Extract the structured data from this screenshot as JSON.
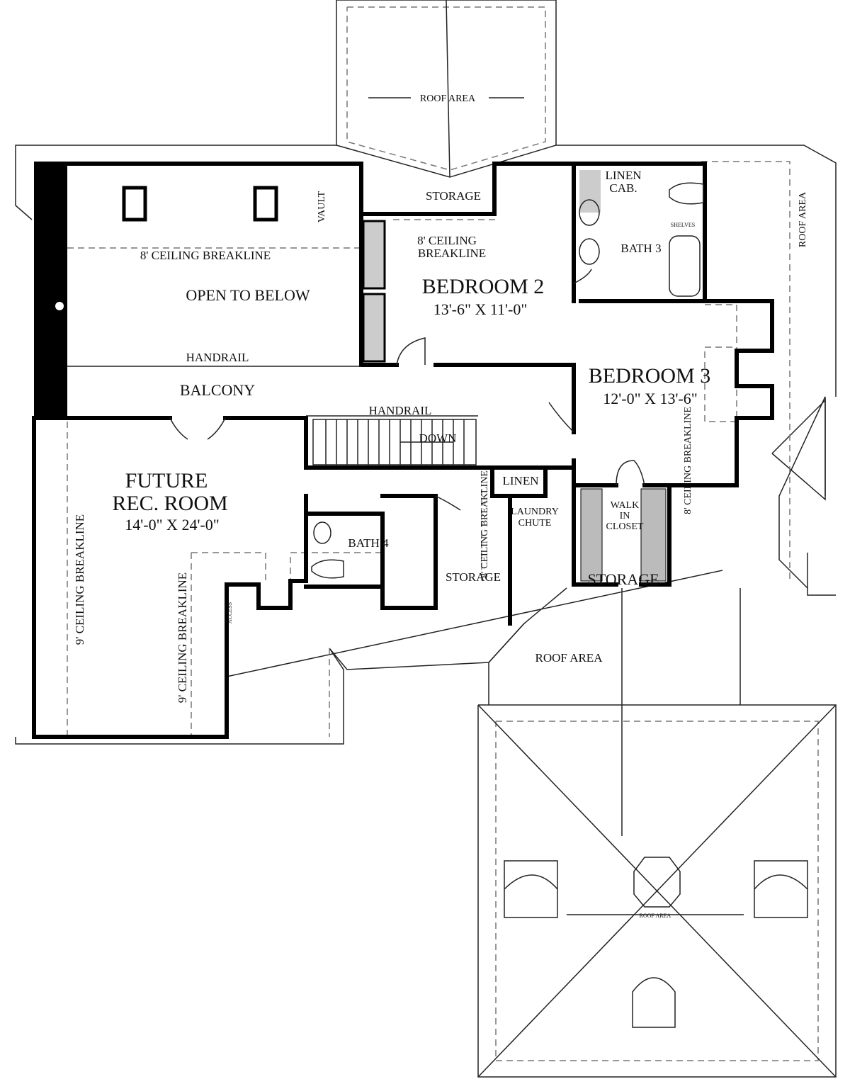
{
  "colors": {
    "wall": "#000000",
    "line": "#222222",
    "dashed": "#777777",
    "closet": "#bbbbbb"
  },
  "labels": {
    "roof_area_top": "ROOF AREA",
    "roof_area_right": "ROOF AREA",
    "roof_area_lower": "ROOF AREA",
    "roof_area_small": "ROOF AREA",
    "storage_top": "STORAGE",
    "linen_cab_1": "LINEN",
    "linen_cab_2": "CAB.",
    "shelves": "SHELVES",
    "bath3": "BATH 3",
    "vault": "VAULT",
    "ceiling_breakline_top": "8' CEILING BREAKLINE",
    "open_to_below": "OPEN TO BELOW",
    "bed2_breakline_1": "8' CEILING",
    "bed2_breakline_2": "BREAKLINE",
    "bedroom2_name": "BEDROOM 2",
    "bedroom2_size": "13'-6\" X 11'-0\"",
    "handrail_1": "HANDRAIL",
    "balcony": "BALCONY",
    "handrail_2": "HANDRAIL",
    "down": "DOWN",
    "bedroom3_name": "BEDROOM 3",
    "bedroom3_size": "12'-0\" X 13'-6\"",
    "bed3_breakline": "8' CEILING BREAKLINE",
    "future_1": "FUTURE",
    "future_2": "REC. ROOM",
    "future_size": "14'-0\" X 24'-0\"",
    "linen": "LINEN",
    "laundry_1": "LAUNDRY",
    "laundry_2": "CHUTE",
    "walkin_1": "WALK",
    "walkin_2": "IN",
    "walkin_3": "CLOSET",
    "bath4": "BATH 4",
    "bath4_breakline": "8' CEILING BREAKLINE",
    "storage_mid": "STORAGE",
    "storage_right": "STORAGE",
    "ceiling9_a": "9' CEILING BREAKLINE",
    "ceiling9_b": "9' CEILING BREAKLINE",
    "access": "ACCESS"
  }
}
